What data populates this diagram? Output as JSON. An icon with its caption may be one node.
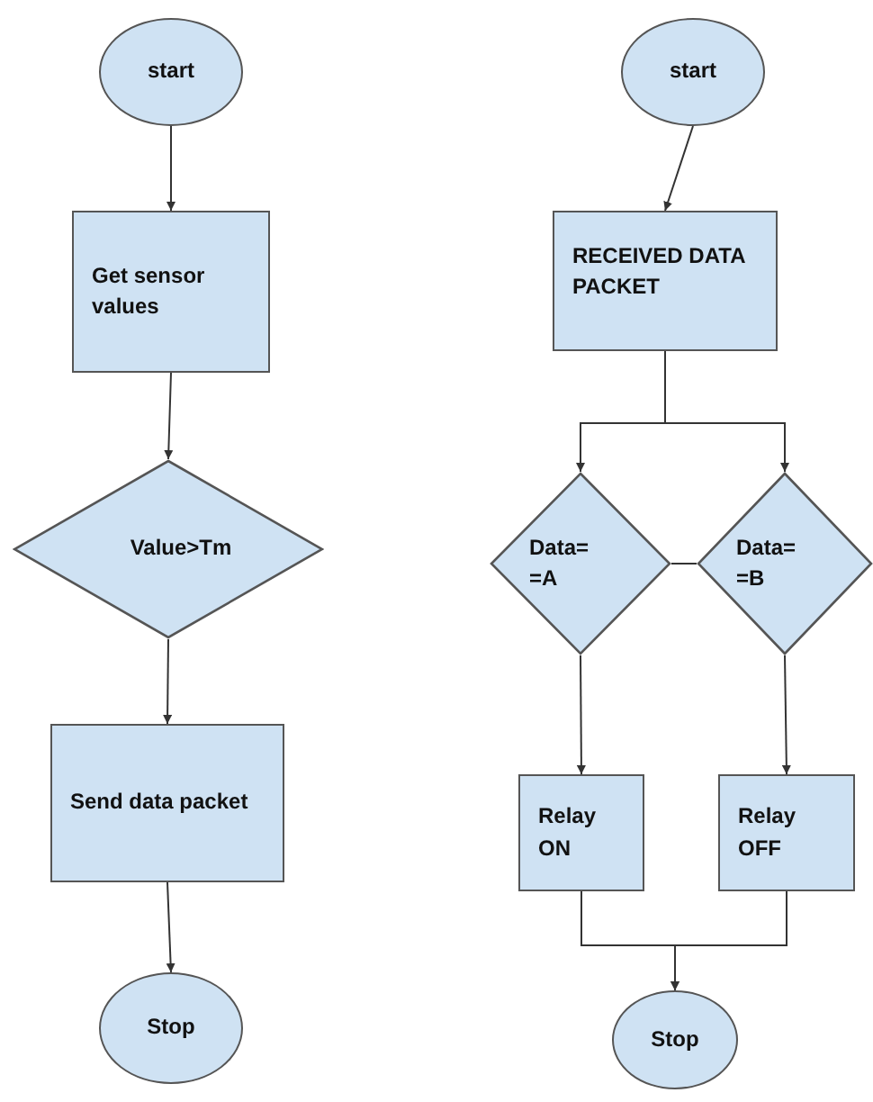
{
  "diagram": {
    "nodes": [
      {
        "text": [
          "start"
        ]
      },
      {
        "text": [
          "Get sensor values"
        ]
      },
      {
        "text": [
          "Value>Tm"
        ]
      },
      {
        "text": [
          "Send data packet"
        ]
      },
      {
        "text": [
          "Stop"
        ]
      },
      {
        "text": [
          "start"
        ]
      },
      {
        "text": [
          "RECEIVED DATA PACKET"
        ]
      },
      {
        "text": [
          "Data= =A"
        ]
      },
      {
        "text": [
          "Data= =B"
        ]
      },
      {
        "text": [
          "Relay ON"
        ]
      },
      {
        "text": [
          "Relay OFF"
        ]
      },
      {
        "text": [
          "Stop"
        ]
      }
    ],
    "edges": [
      {
        "from": 0,
        "to": 1,
        "arrow": "to"
      },
      {
        "from": 1,
        "to": 2,
        "arrow": "to"
      },
      {
        "from": 2,
        "to": 3,
        "arrow": "to"
      },
      {
        "from": 3,
        "to": 4,
        "arrow": "to"
      },
      {
        "from": 5,
        "to": 6,
        "arrow": "to"
      },
      {
        "from": 6,
        "to": 7,
        "arrow": "to"
      },
      {
        "from": 6,
        "to": 8,
        "arrow": "to"
      },
      {
        "from": 7,
        "to": 8,
        "arrow": "none"
      },
      {
        "from": 7,
        "to": 9,
        "arrow": "to"
      },
      {
        "from": 8,
        "to": 10,
        "arrow": "to"
      },
      {
        "from": 9,
        "to": 11,
        "arrow": "to"
      },
      {
        "from": 10,
        "to": 11,
        "arrow": "to"
      }
    ]
  }
}
